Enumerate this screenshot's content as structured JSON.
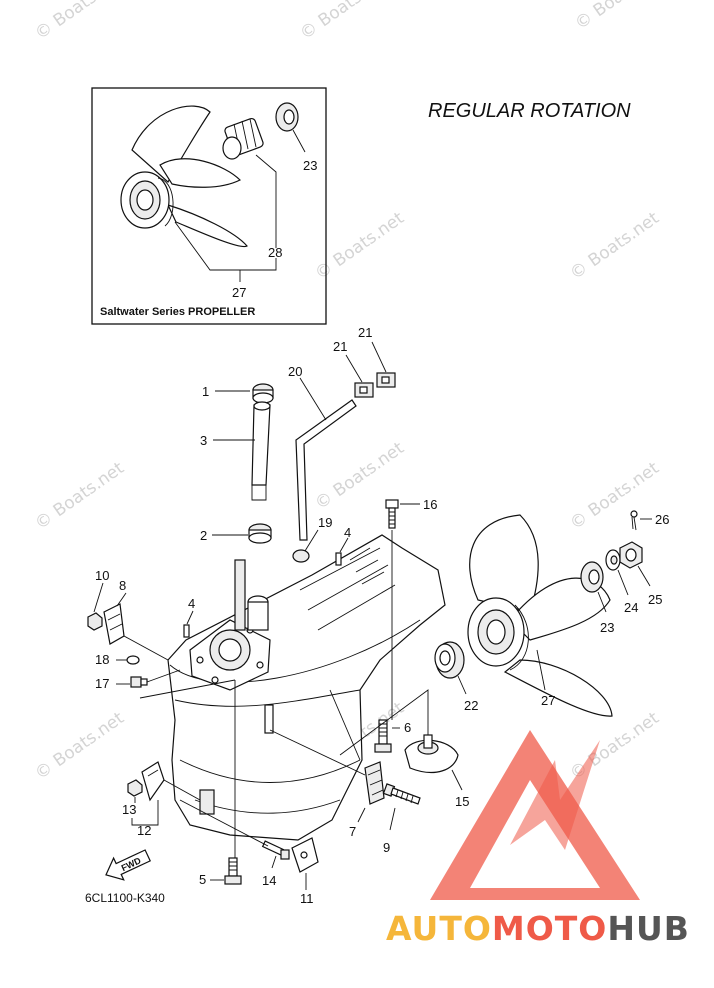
{
  "diagram": {
    "title": "REGULAR ROTATION",
    "inset_caption": "Saltwater Series PROPELLER",
    "drawing_code": "6CL1100-K340",
    "fwd_label": "FWD",
    "watermark_text": "© Boats.net",
    "logo": {
      "part1": "AUTO",
      "part2": "MOTO",
      "part3": "HUB",
      "colors": {
        "auto": "#f5b63a",
        "moto": "#ef5a48",
        "hub": "#555555"
      }
    },
    "callouts": {
      "c1": "1",
      "c2": "2",
      "c3": "3",
      "c4a": "4",
      "c4b": "4",
      "c5": "5",
      "c6": "6",
      "c7": "7",
      "c8": "8",
      "c9": "9",
      "c10": "10",
      "c11": "11",
      "c12": "12",
      "c13": "13",
      "c14": "14",
      "c15": "15",
      "c16": "16",
      "c17": "17",
      "c18": "18",
      "c19": "19",
      "c20": "20",
      "c21a": "21",
      "c21b": "21",
      "c22": "22",
      "c23a": "23",
      "c23b": "23",
      "c24": "24",
      "c25": "25",
      "c26": "26",
      "c27a": "27",
      "c27b": "27",
      "c28": "28"
    }
  }
}
